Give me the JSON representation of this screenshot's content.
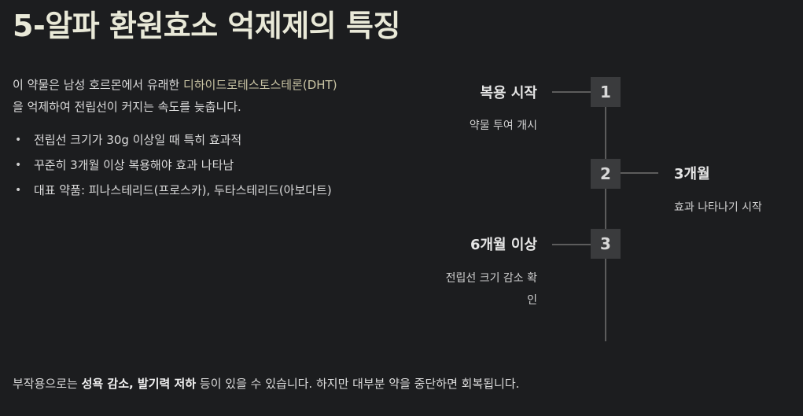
{
  "title": "5-알파 환원효소 억제제의 특징",
  "intro": {
    "before": "이 약물은 남성 호르몬에서 유래한 ",
    "accent": "디하이드로테스토스테론(DHT)",
    "after": "을 억제하여 전립선이 커지는 속도를 늦춥니다."
  },
  "bullets": [
    "전립선 크기가 30g 이상일 때 특히 효과적",
    "꾸준히 3개월 이상 복용해야 효과 나타남",
    "대표 약품: 피나스테리드(프로스카), 두타스테리드(아보다트)"
  ],
  "timeline": [
    {
      "number": "1",
      "heading": "복용 시작",
      "desc": "약물 투여 개시"
    },
    {
      "number": "2",
      "heading": "3개월",
      "desc": "효과 나타나기 시작"
    },
    {
      "number": "3",
      "heading": "6개월 이상",
      "desc_line1": "전립선 크기 감소 확",
      "desc_line2": "인"
    }
  ],
  "footer": {
    "before": "부작용으로는 ",
    "bold": "성욕 감소, 발기력 저하",
    "after": " 등이 있을 수 있습니다. 하지만 대부분 약을 중단하면 회복됩니다."
  }
}
